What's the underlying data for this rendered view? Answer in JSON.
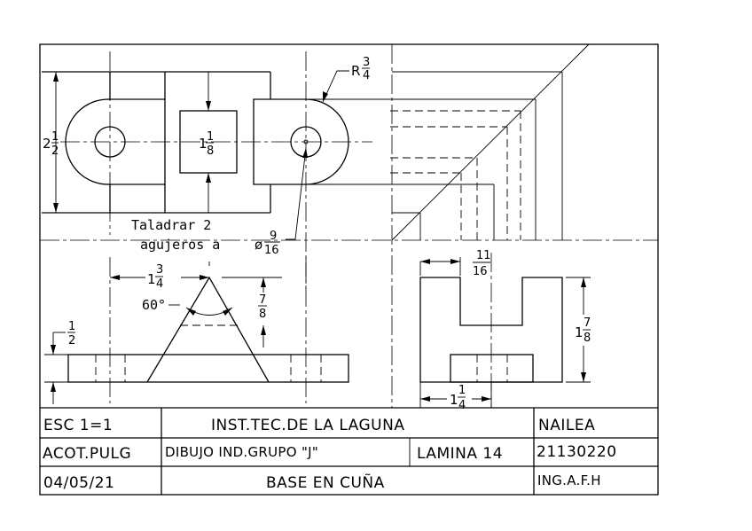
{
  "drawing": {
    "annotations": {
      "radius": {
        "prefix": "R",
        "num": "3",
        "den": "4"
      },
      "height_top": {
        "whole": "2",
        "num": "1",
        "den": "2"
      },
      "slot_width": {
        "whole": "1",
        "num": "1",
        "den": "8"
      },
      "drill_note_line1": "Taladrar 2",
      "drill_note_line2": "agujeros a",
      "drill_diameter": {
        "prefix": "ø",
        "num": "9",
        "den": "16"
      },
      "apex_width": {
        "whole": "1",
        "num": "3",
        "den": "4"
      },
      "angle": "60°",
      "apex_height": {
        "num": "7",
        "den": "8"
      },
      "base_thickness": {
        "num": "1",
        "den": "2"
      },
      "side_width_top": {
        "num": "11",
        "den": "16"
      },
      "side_height": {
        "whole": "1",
        "num": "7",
        "den": "8"
      },
      "side_width_bottom": {
        "whole": "1",
        "num": "1",
        "den": "4"
      }
    }
  },
  "title_block": {
    "scale": "ESC 1=1",
    "institution": "INST.TEC.DE LA LAGUNA",
    "name": "NAILEA",
    "units": "ACOT.PULG",
    "course": "DIBUJO IND.GRUPO \"J\"",
    "sheet": "LAMINA 14",
    "id_number": "21130220",
    "date": "04/05/21",
    "title": "BASE EN CUÑA",
    "teacher": "ING.A.F.H"
  }
}
